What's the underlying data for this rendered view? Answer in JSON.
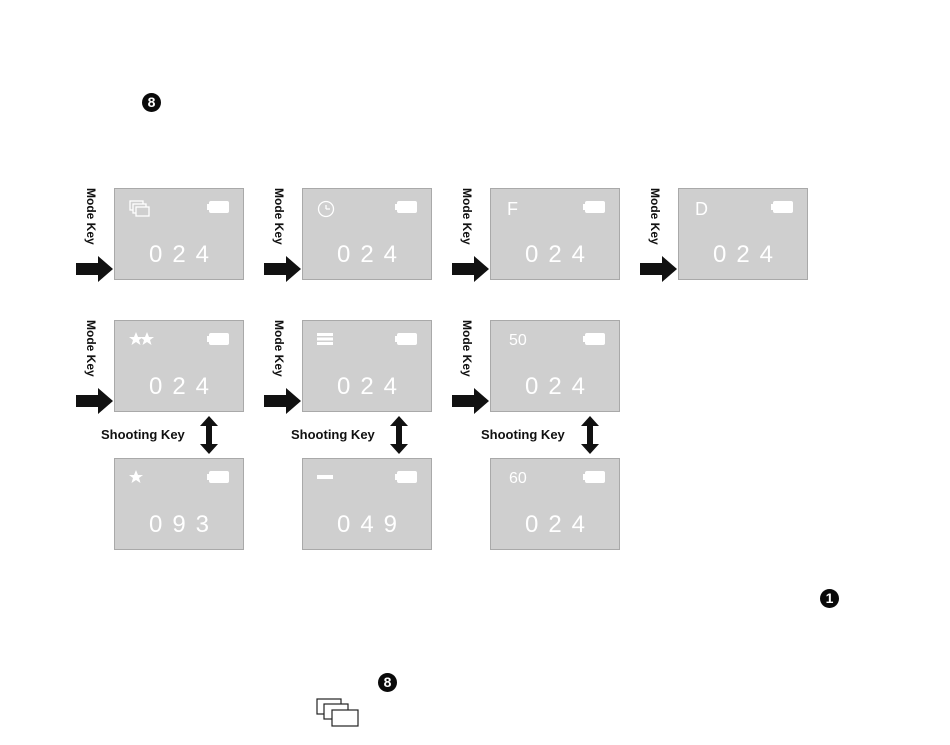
{
  "markers": {
    "top": "8",
    "right": "1",
    "bottom": "8"
  },
  "labels": {
    "mode_key": "Mode Key",
    "shooting_key": "Shooting Key"
  },
  "screens": {
    "s1": {
      "mode_icon": "continuous-shooting-icon",
      "count": "024"
    },
    "s2": {
      "mode_icon": "self-timer-icon",
      "count": "024"
    },
    "s3": {
      "mode_text": "F",
      "count": "024"
    },
    "s4": {
      "mode_text": "D",
      "count": "024"
    },
    "s5": {
      "mode_icon": "high-quality-stars-icon",
      "count": "024"
    },
    "s6": {
      "mode_icon": "resolution-bars-icon",
      "count": "024"
    },
    "s7": {
      "mode_text": "50",
      "count": "024"
    },
    "s8": {
      "mode_icon": "single-star-icon",
      "count": "093"
    },
    "s9": {
      "mode_icon": "single-bar-icon",
      "count": "049"
    },
    "s10": {
      "mode_text": "60",
      "count": "024"
    }
  },
  "bottom_icon": "continuous-shooting-icon",
  "colors": {
    "screen_bg": "#cfcfcf",
    "screen_text": "#ffffff",
    "ink": "#111111"
  }
}
